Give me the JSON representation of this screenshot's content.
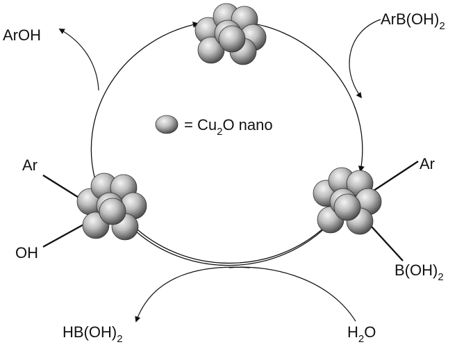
{
  "labels": {
    "top_right": {
      "main": "ArB(OH)",
      "sub": "2"
    },
    "top_left": "ArOH",
    "legend": {
      "prefix": "= Cu",
      "sub": "2",
      "suffix": "O nano"
    },
    "right_top": "Ar",
    "right_bottom": {
      "main": "B(OH)",
      "sub": "2"
    },
    "left_top": "Ar",
    "left_bottom": "OH",
    "bottom_left": {
      "main": "HB(OH)",
      "sub": "2"
    },
    "bottom_right": {
      "main": "H",
      "sub": "2",
      "suffix": "O"
    }
  },
  "colors": {
    "line": "#111111",
    "sphere_light": "#f2f2f2",
    "sphere_mid": "#a8a8a8",
    "sphere_dark": "#4a4a4a"
  }
}
